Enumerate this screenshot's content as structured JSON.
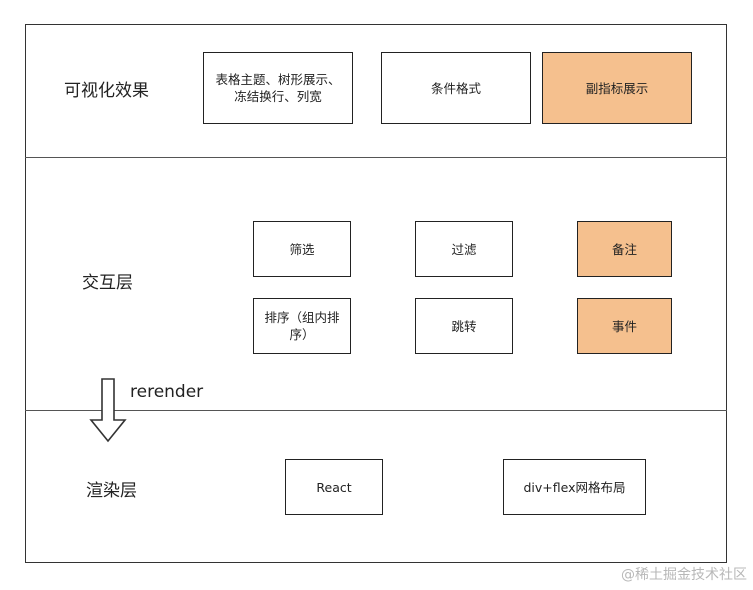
{
  "layers": {
    "visual": {
      "label": "可视化效果",
      "boxes": [
        {
          "text": "表格主题、树形展示、冻结换行、列宽",
          "highlight": false
        },
        {
          "text": "条件格式",
          "highlight": false
        },
        {
          "text": "副指标展示",
          "highlight": true
        }
      ]
    },
    "interaction": {
      "label": "交互层",
      "boxes": [
        {
          "text": "筛选",
          "highlight": false
        },
        {
          "text": "过滤",
          "highlight": false
        },
        {
          "text": "备注",
          "highlight": true
        },
        {
          "text": "排序（组内排序）",
          "highlight": false
        },
        {
          "text": "跳转",
          "highlight": false
        },
        {
          "text": "事件",
          "highlight": true
        }
      ]
    },
    "render": {
      "label": "渲染层",
      "boxes": [
        {
          "text": "React",
          "highlight": false
        },
        {
          "text": "div+flex网格布局",
          "highlight": false
        }
      ]
    }
  },
  "flow": {
    "arrow_label": "rerender",
    "direction": "down"
  },
  "colors": {
    "highlight": "#f5c08e",
    "border": "#222222",
    "background": "#ffffff"
  },
  "watermark": "@稀土掘金技术社区"
}
